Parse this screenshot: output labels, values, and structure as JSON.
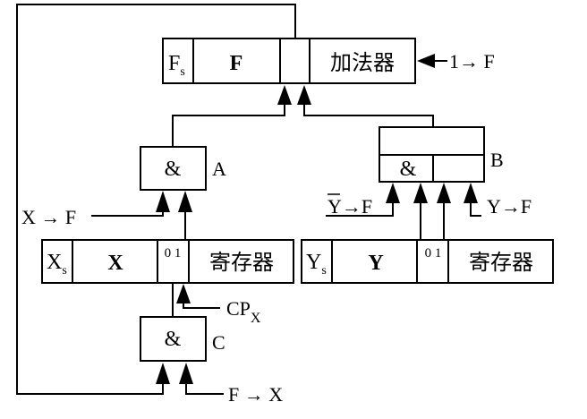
{
  "registers": {
    "f": {
      "sign": "F",
      "sign_sub": "s",
      "name": "F",
      "label": "加法器"
    },
    "x": {
      "sign": "X",
      "sign_sub": "s",
      "name": "X",
      "bits": "0 1",
      "label": "寄存器"
    },
    "y": {
      "sign": "Y",
      "sign_sub": "s",
      "name": "Y",
      "bits": "0 1",
      "label": "寄存器"
    }
  },
  "gates": {
    "a": {
      "symbol": "&",
      "label": "A"
    },
    "b": {
      "symbol": "&",
      "label": "B"
    },
    "c": {
      "symbol": "&",
      "label": "C"
    }
  },
  "signals": {
    "one_to_f": "1→ F",
    "x_to_f": "X → F",
    "ybar_to_f": "Y",
    "ybar_to_f_tail": "→F",
    "y_to_f": "Y→F",
    "cpx": "CP",
    "cpx_sub": "X",
    "f_to_x": "F → X"
  }
}
